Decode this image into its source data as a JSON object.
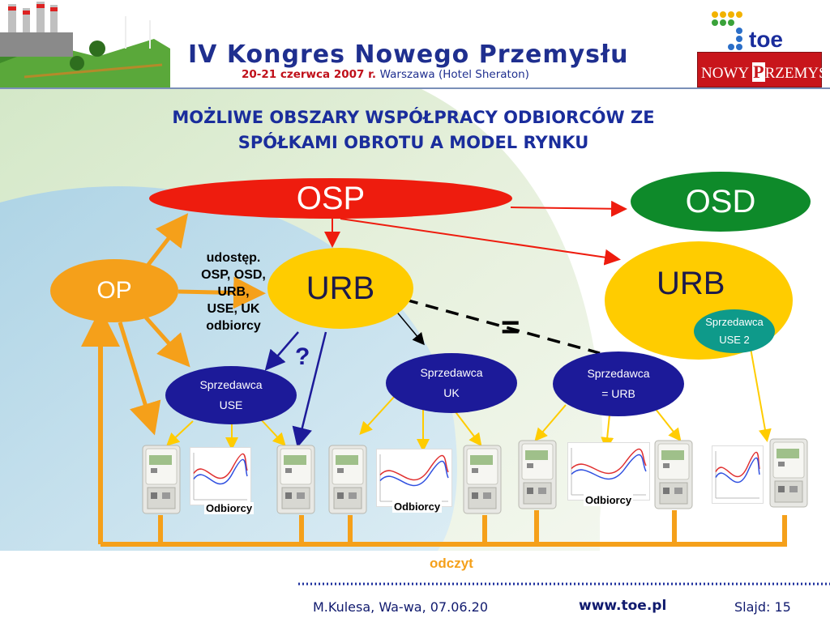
{
  "header": {
    "title": "IV Kongres Nowego Przemysłu",
    "date": "20-21 czerwca 2007 r.",
    "venue": "Warszawa (Hotel Sheraton)",
    "toe_logo": "toe",
    "np_logo_prefix": "NOWY ",
    "np_logo_letter": "P",
    "np_logo_suffix": "RZEMYSŁ"
  },
  "slide": {
    "title_line1": "MOŻLIWE OBSZARY WSPÓŁPRACY ODBIORCÓW ZE",
    "title_line2": "SPÓŁKAMI OBROTU A MODEL RYNKU"
  },
  "diagram": {
    "osp": "OSP",
    "osd": "OSD",
    "op": "OP",
    "urb_left": "URB",
    "urb_right": "URB",
    "note_lines": [
      "udostęp.",
      "OSP, OSD,",
      "URB,",
      "USE, UK",
      "odbiorcy"
    ],
    "question": "?",
    "equals": "=",
    "seller_use_1": "Sprzedawca",
    "seller_use_2": "USE",
    "seller_uk_1": "Sprzedawca",
    "seller_uk_2": "UK",
    "seller_urb_1": "Sprzedawca",
    "seller_urb_2": "= URB",
    "seller_use2_1": "Sprzedawca",
    "seller_use2_2": "USE 2",
    "consumers_1": "Odbiorcy",
    "consumers_2": "Odbiorcy",
    "consumers_3": "Odbiorcy",
    "reading": "odczyt"
  },
  "footer": {
    "author": "M.Kulesa, Wa-wa, 07.06.20",
    "url": "www.toe.pl",
    "slide": "Slajd: 15"
  },
  "colors": {
    "navy": "#1a2d9c",
    "orange": "#f5a01a",
    "red": "#ee1c0e",
    "green": "#0e8a2a",
    "yellow": "#ffcc00",
    "seller": "#1c1a99",
    "teal": "#0e9a8a"
  }
}
